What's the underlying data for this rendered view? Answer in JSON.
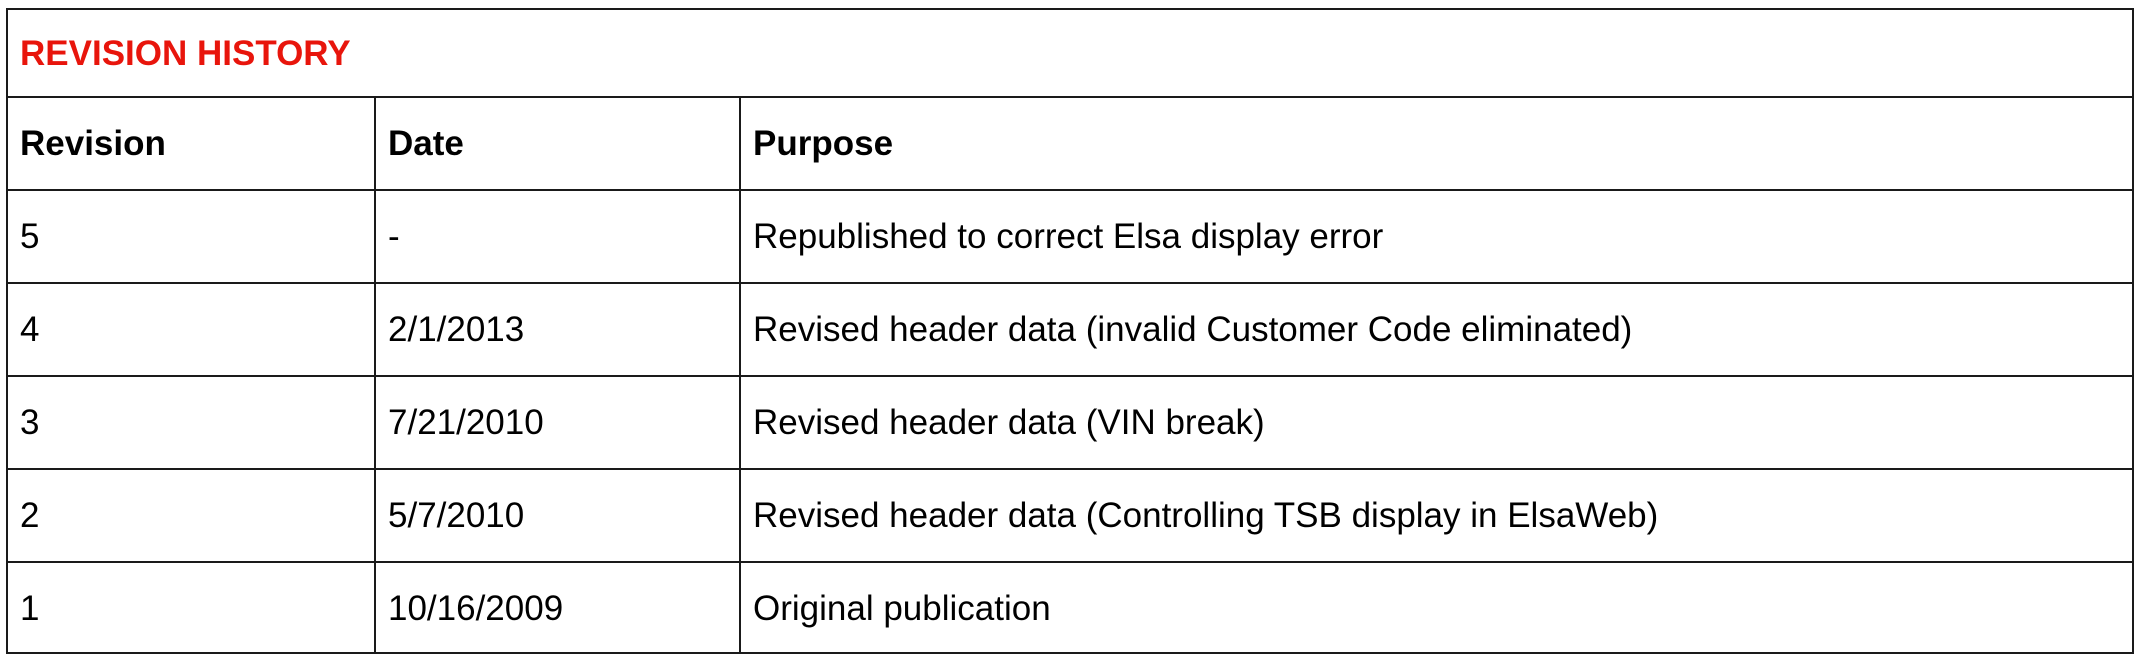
{
  "title": "REVISION HISTORY",
  "columns": [
    "Revision",
    "Date",
    "Purpose"
  ],
  "rows": [
    {
      "revision": "5",
      "date": "-",
      "purpose": "Republished to correct Elsa display error"
    },
    {
      "revision": "4",
      "date": "2/1/2013",
      "purpose": "Revised header data (invalid Customer Code eliminated)"
    },
    {
      "revision": "3",
      "date": "7/21/2010",
      "purpose": "Revised header data (VIN break)"
    },
    {
      "revision": "2",
      "date": "5/7/2010",
      "purpose": "Revised header data (Controlling TSB display in ElsaWeb)"
    },
    {
      "revision": "1",
      "date": "10/16/2009",
      "purpose": "Original publication"
    }
  ],
  "colors": {
    "title": "#e8150c",
    "border": "#1a1a1a",
    "text": "#000000"
  }
}
